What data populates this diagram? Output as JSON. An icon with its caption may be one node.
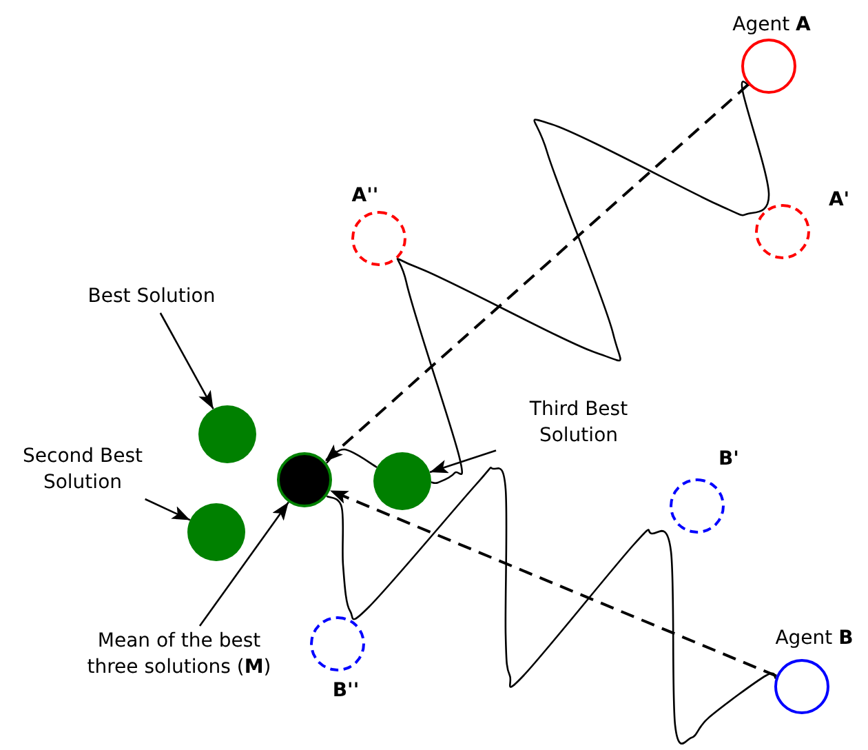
{
  "diagram": {
    "nodes": [
      {
        "text": [
          "Agent **A**"
        ]
      },
      {
        "text": [
          "A'"
        ]
      },
      {
        "text": [
          "A''"
        ]
      },
      {
        "text": [
          "Best Solution"
        ]
      },
      {
        "text": [],
        "shape": "circle"
      },
      {
        "text": [
          "Second Best Solution"
        ]
      },
      {
        "text": [],
        "shape": "circle"
      },
      {
        "text": [
          "Mean of the best three solutions (**M**)"
        ]
      },
      {
        "text": [],
        "shape": "circle"
      },
      {
        "text": [
          "Third Best Solution"
        ]
      },
      {
        "text": [],
        "shape": "circle"
      },
      {
        "text": [
          "B'"
        ]
      },
      {
        "text": [
          "B''"
        ]
      },
      {
        "text": [
          "Agent **B**"
        ]
      }
    ],
    "edges": [
      {
        "from": 0,
        "to": 8,
        "arrow": "to",
        "style": "dashed"
      },
      {
        "from": 13,
        "to": 8,
        "arrow": "to",
        "style": "dashed"
      },
      {
        "from": 0,
        "to": 10,
        "arrow": "none"
      },
      {
        "from": 13,
        "to": 8,
        "arrow": "none"
      },
      {
        "from": 3,
        "to": 4,
        "arrow": "to"
      },
      {
        "from": 5,
        "to": 6,
        "arrow": "to"
      },
      {
        "from": 7,
        "to": 8,
        "arrow": "to"
      },
      {
        "from": 9,
        "to": 10,
        "arrow": "to"
      },
      {
        "from": 10,
        "to": 8,
        "arrow": "none"
      }
    ]
  }
}
